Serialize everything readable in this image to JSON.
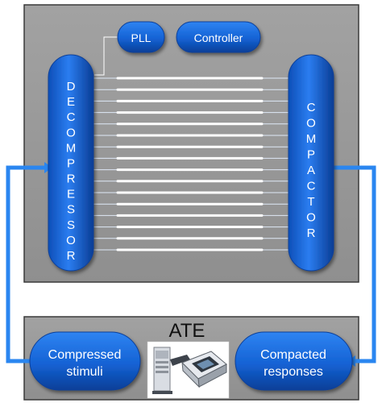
{
  "colors": {
    "panel_fill": "#9a9a9a",
    "panel_border": "#3a3a3a",
    "block_blue": "#1565d6",
    "block_blue_dark": "#0b3f99",
    "arrow_blue": "#2a86f0",
    "text_white": "#ffffff",
    "scan_chain": "#ffffff"
  },
  "blocks": {
    "pll": "PLL",
    "controller": "Controller",
    "decompressor": "DECOMPRESSOR",
    "compactor": "COMPACTOR",
    "ate_label": "ATE",
    "compressed_stimuli": [
      "Compressed",
      "stimuli"
    ],
    "compacted_responses": [
      "Compacted",
      "responses"
    ]
  },
  "icons": {
    "ate_machine": "ate-tester-machine-icon"
  },
  "scan_chain_count": 16
}
